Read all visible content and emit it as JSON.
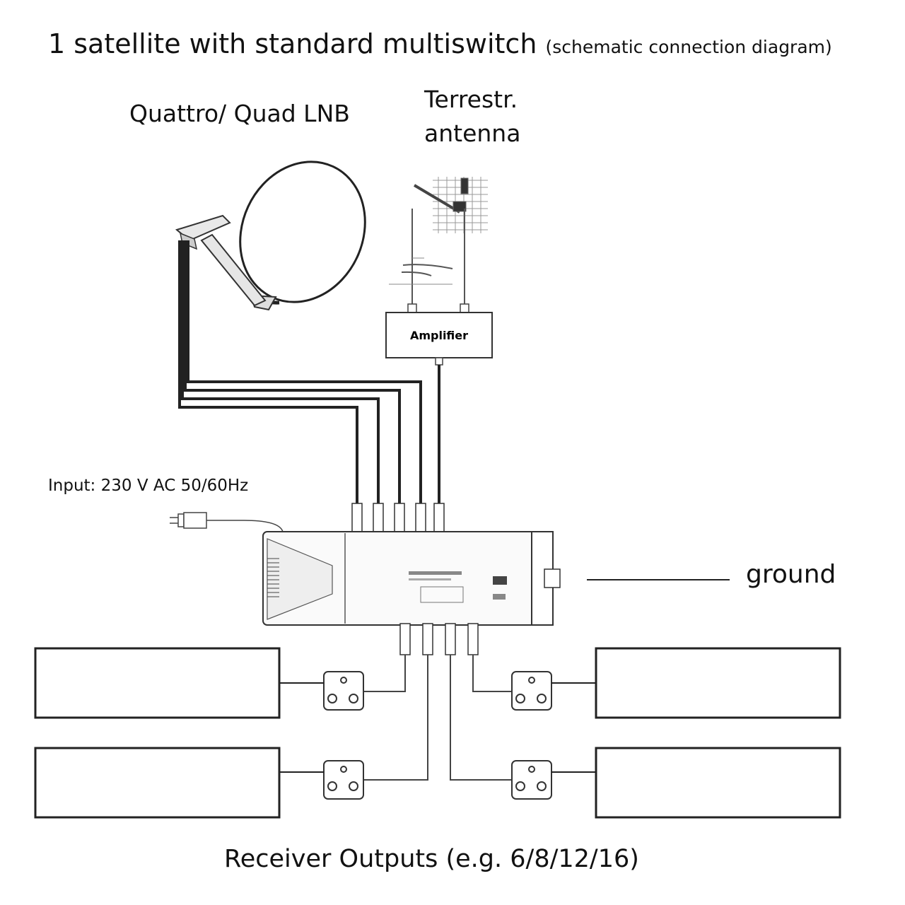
{
  "title": "1 satellite with standard multiswitch",
  "title_note": "(schematic connection diagram)",
  "lnb_label": "Quattro/ Quad LNB",
  "terrestrial_label_line1": "Terrestr.",
  "terrestrial_label_line2": "antenna",
  "amplifier_label": "Amplifier",
  "power_input_label": "Input: 230 V AC 50/60Hz",
  "ground_label": "ground",
  "receiver_outputs_label": "Receiver Outputs (e.g. 6/8/12/16)",
  "icons": [
    "satellite-dish-icon",
    "terrestrial-antenna-icon",
    "power-plug-icon",
    "multiswitch-icon",
    "wall-socket-icon"
  ]
}
